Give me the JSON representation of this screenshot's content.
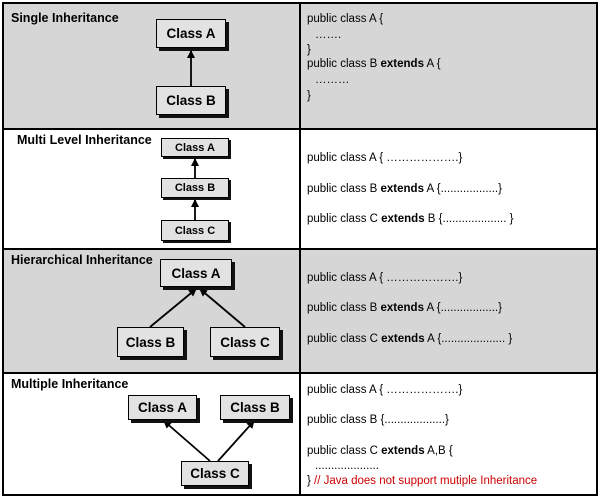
{
  "rows": [
    {
      "title": "Single Inheritance",
      "boxes": [
        "Class A",
        "Class B"
      ],
      "code": [
        {
          "pre": "public class A {"
        },
        {
          "pre": "  ……."
        },
        {
          "pre": "}"
        },
        {
          "pre": "public class B ",
          "kw": "extends",
          "post": " A {"
        },
        {
          "pre": "  ………"
        },
        {
          "pre": "}"
        }
      ]
    },
    {
      "title": "Multi Level Inheritance",
      "boxes": [
        "Class A",
        "Class B",
        "Class C"
      ],
      "code": [
        {
          "pre": "public class A { ……………….}"
        },
        {
          "pre": "public class B ",
          "kw": "extends",
          "post": " A {..................}"
        },
        {
          "pre": "public class C ",
          "kw": "extends",
          "post": "  B {.................... }"
        }
      ]
    },
    {
      "title": "Hierarchical Inheritance",
      "boxes": [
        "Class A",
        "Class B",
        "Class C"
      ],
      "code": [
        {
          "pre": "public class A { ……………….}"
        },
        {
          "pre": "public class B ",
          "kw": "extends",
          "post": " A {..................}"
        },
        {
          "pre": "public class C ",
          "kw": "extends",
          "post": " A {.................... }"
        }
      ]
    },
    {
      "title": "Multiple Inheritance",
      "boxes": [
        "Class A",
        "Class B",
        "Class C"
      ],
      "code": [
        {
          "pre": "public class A { ……………….}"
        },
        {
          "pre": "public class B {...................}"
        },
        {
          "pre": "public class C ",
          "kw": "extends",
          "post": "  A,B {"
        },
        {
          "pre": "  ...................."
        },
        {
          "pre": "} ",
          "comment": "// Java does not support mutiple Inheritance"
        }
      ]
    }
  ]
}
